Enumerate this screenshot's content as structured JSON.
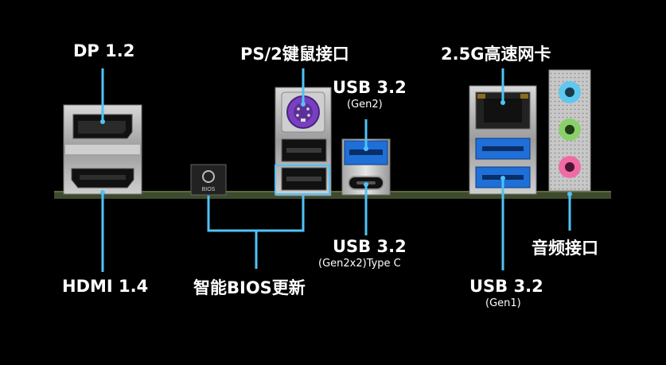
{
  "labels": {
    "dp": "DP 1.2",
    "hdmi": "HDMI 1.4",
    "ps2": "PS/2键鼠接口",
    "usb_gen2_title": "USB 3.2",
    "usb_gen2_sub": "(Gen2)",
    "usb_typec_title": "USB 3.2",
    "usb_typec_sub": "(Gen2x2)Type C",
    "bios": "智能BIOS更新",
    "lan": "2.5G高速网卡",
    "usb_gen1_title": "USB 3.2",
    "usb_gen1_sub": "(Gen1)",
    "audio": "音频接口",
    "bios_button_text": "BIOS"
  },
  "colors": {
    "background": "#000000",
    "callout_line": "#4fc3f7",
    "usb3_blue": "#1f6fd8",
    "ps2_purple": "#7a3fc1",
    "audio_blue": "#5ec8f0",
    "audio_green": "#8ad06a",
    "audio_pink": "#f06aa4",
    "board_pcb": "#3d4a2c"
  }
}
